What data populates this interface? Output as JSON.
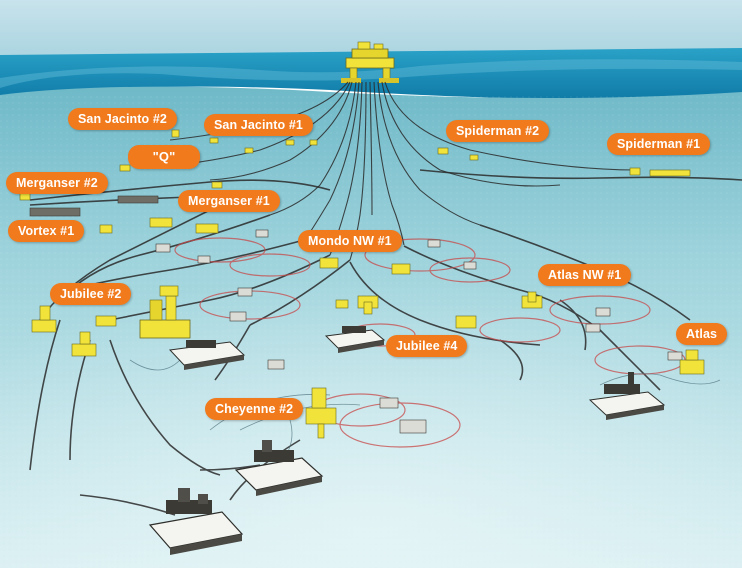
{
  "colors": {
    "sky": "#cfe6ee",
    "sea_surface": "#1b8fb8",
    "seabed_far": "#8fcbd6",
    "seabed_near": "#cfe9ee",
    "label_bg": "#f07a1c",
    "label_text": "#ffffff",
    "equipment": "#f1e33a",
    "flowline": "#2b2b2b",
    "umbilical": "#c84a4a"
  },
  "labels": {
    "san_jacinto_2": "San Jacinto #2",
    "san_jacinto_1": "San Jacinto #1",
    "q": "\"Q\"",
    "spiderman_2": "Spiderman #2",
    "spiderman_1": "Spiderman #1",
    "merganser_2": "Merganser #2",
    "merganser_1": "Merganser #1",
    "vortex_1": "Vortex #1",
    "mondo_nw_1": "Mondo NW #1",
    "jubilee_2": "Jubilee #2",
    "atlas_nw_1": "Atlas NW #1",
    "jubilee_4": "Jubilee #4",
    "atlas": "Atlas",
    "cheyenne_2": "Cheyenne #2"
  }
}
